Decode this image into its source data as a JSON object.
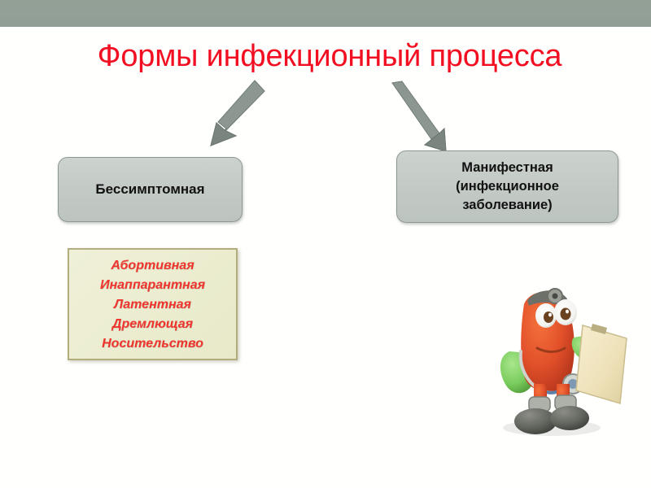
{
  "slide": {
    "title": "Формы инфекционный процесса",
    "title_color": "#f20f22",
    "top_bar_color": "#93a097",
    "background_color": "#ffffff"
  },
  "boxes": {
    "asymptomatic": {
      "label": "Бессимптомная",
      "fill_color": "#c4cbc6",
      "border_color": "#8d9893"
    },
    "manifest": {
      "line1": "Манифестная",
      "line2": "(инфекционное",
      "line3": "заболевание)",
      "fill_color": "#c4cbc6",
      "border_color": "#8d9893"
    },
    "forms_list": {
      "fill_color": "#ecedd0",
      "border_color": "#b3ad7e",
      "text_color": "#f0352e",
      "items": [
        "Абортивная",
        "Инаппарантная",
        "Латентная",
        "Дремлющая",
        "Носительство"
      ]
    }
  },
  "arrows": {
    "left": {
      "name": "arrow-down-left",
      "color": "#7e8a83"
    },
    "right": {
      "name": "arrow-down-right",
      "color": "#7e8a83"
    }
  },
  "illustration": {
    "name": "cartoon-doctor-character",
    "body_color": "#e2502a",
    "glove_color": "#7ece62",
    "clipboard_color": "#efe3bd",
    "boot_color": "#5f625c"
  }
}
